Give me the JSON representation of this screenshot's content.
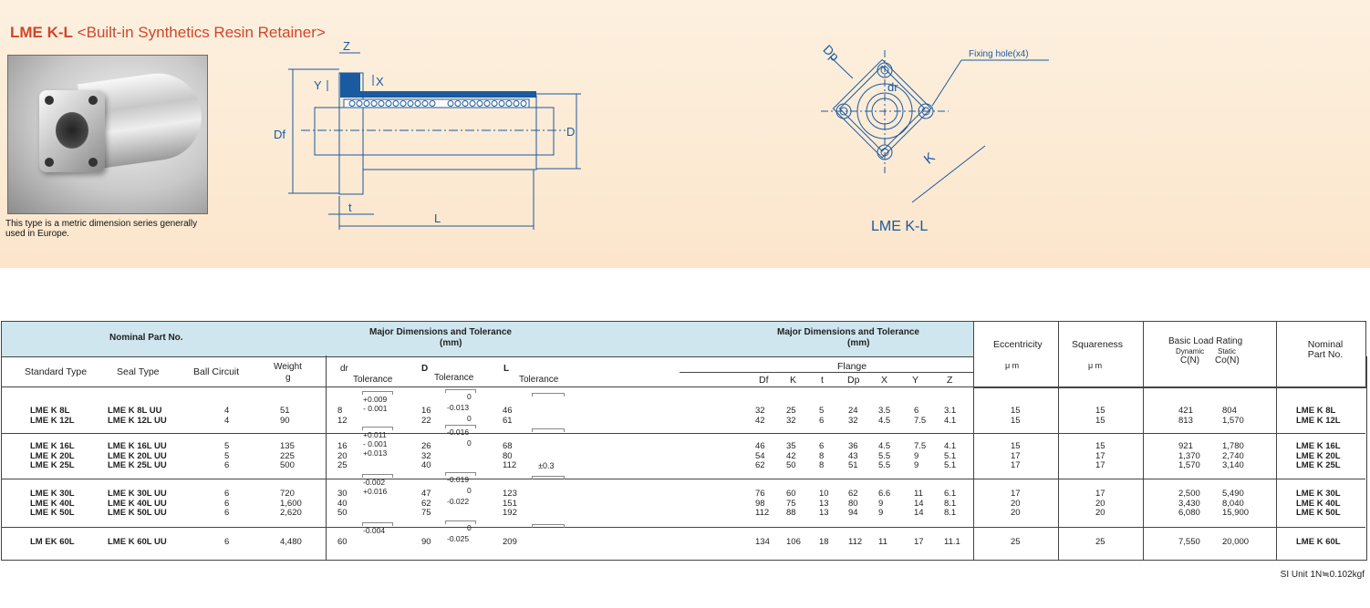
{
  "header": {
    "title_part": "LME K-L",
    "title_desc": "<Built-in Synthetics Resin Retainer>",
    "note": "This type is a metric dimension series generally used in Europe."
  },
  "drawing": {
    "side_labels": {
      "z": "Z",
      "y": "Y",
      "x": "X",
      "df": "Df",
      "d": "D",
      "t": "t",
      "l": "L"
    },
    "front_labels": {
      "dp": "Dp",
      "dr": "dr",
      "k": "K",
      "fixing": "Fixing hole(x4)"
    },
    "view_name": "LME K-L"
  },
  "table": {
    "head": {
      "nominal": "Nominal Part No.",
      "major1": "Major Dimensions and Tolerance",
      "mm1": "(mm)",
      "major2": "Major Dimensions and Tolerance",
      "mm2": "(mm)",
      "eccentricity": "Eccentricity",
      "ecc_unit": "μ m",
      "squareness": "Squareness",
      "sq_unit": "μ m",
      "load": "Basic Load Rating",
      "dynamic": "Dynamic",
      "static": "Static",
      "cn": "C(N)",
      "con": "Co(N)",
      "nominal_right": "Nominal Part No.",
      "standard": "Standard Type",
      "seal": "Seal Type",
      "ball": "Ball Circuit",
      "weight": "Weight",
      "g": "g",
      "dr": "dr",
      "tolerance": "Tolerance",
      "D": "D",
      "L": "L",
      "flange": "Flange",
      "Df": "Df",
      "K": "K",
      "t": "t",
      "Dp": "Dp",
      "X": "X",
      "Y": "Y",
      "Z": "Z"
    },
    "groups": [
      {
        "rows": [
          {
            "std": "LME K  8L",
            "seal": "LME K  8L UU",
            "ball": "4",
            "weight": "51",
            "dr": "8",
            "D": "16",
            "L": "46",
            "Df": "32",
            "K": "25",
            "t": "5",
            "Dp": "24",
            "X": "3.5",
            "Y": "6",
            "Z": "3.1",
            "ecc": "15",
            "sq": "15",
            "c": "421",
            "co": "804",
            "nom": "LME K  8L"
          },
          {
            "std": "LME K  12L",
            "seal": "LME K  12L UU",
            "ball": "4",
            "weight": "90",
            "dr": "12",
            "D": "22",
            "L": "61",
            "Df": "42",
            "K": "32",
            "t": "6",
            "Dp": "32",
            "X": "4.5",
            "Y": "7.5",
            "Z": "4.1",
            "ecc": "15",
            "sq": "15",
            "c": "813",
            "co": "1,570",
            "nom": "LME K  12L"
          }
        ],
        "dr_tol": [
          "+0.009",
          "- 0.001"
        ],
        "D_tol": [
          "0",
          "-0.013",
          "0"
        ]
      },
      {
        "rows": [
          {
            "std": "LME K  16L",
            "seal": "LME K  16L UU",
            "ball": "5",
            "weight": "135",
            "dr": "16",
            "D": "26",
            "L": "68",
            "Df": "46",
            "K": "35",
            "t": "6",
            "Dp": "36",
            "X": "4.5",
            "Y": "7.5",
            "Z": "4.1",
            "ecc": "15",
            "sq": "15",
            "c": "921",
            "co": "1,780",
            "nom": "LME K  16L"
          },
          {
            "std": "LME K  20L",
            "seal": "LME K  20L UU",
            "ball": "5",
            "weight": "225",
            "dr": "20",
            "D": "32",
            "L": "80",
            "Df": "54",
            "K": "42",
            "t": "8",
            "Dp": "43",
            "X": "5.5",
            "Y": "9",
            "Z": "5.1",
            "ecc": "17",
            "sq": "17",
            "c": "1,370",
            "co": "2,740",
            "nom": "LME K  20L"
          },
          {
            "std": "LME K  25L",
            "seal": "LME K  25L UU",
            "ball": "6",
            "weight": "500",
            "dr": "25",
            "D": "40",
            "L": "112",
            "Df": "62",
            "K": "50",
            "t": "8",
            "Dp": "51",
            "X": "5.5",
            "Y": "9",
            "Z": "5.1",
            "ecc": "17",
            "sq": "17",
            "c": "1,570",
            "co": "3,140",
            "nom": "LME K  25L"
          }
        ],
        "dr_tol": [
          "+0.011",
          "- 0.001",
          "+0.013"
        ],
        "D_tol": [
          "-0.016",
          "0"
        ],
        "L_tol": "±0.3"
      },
      {
        "rows": [
          {
            "std": "LME K  30L",
            "seal": "LME K  30L UU",
            "ball": "6",
            "weight": "720",
            "dr": "30",
            "D": "47",
            "L": "123",
            "Df": "76",
            "K": "60",
            "t": "10",
            "Dp": "62",
            "X": "6.6",
            "Y": "11",
            "Z": "6.1",
            "ecc": "17",
            "sq": "17",
            "c": "2,500",
            "co": "5,490",
            "nom": "LME K  30L"
          },
          {
            "std": "LME K  40L",
            "seal": "LME K  40L UU",
            "ball": "6",
            "weight": "1,600",
            "dr": "40",
            "D": "62",
            "L": "151",
            "Df": "98",
            "K": "75",
            "t": "13",
            "Dp": "80",
            "X": "9",
            "Y": "14",
            "Z": "8.1",
            "ecc": "20",
            "sq": "20",
            "c": "3,430",
            "co": "8,040",
            "nom": "LME K  40L"
          },
          {
            "std": "LME K  50L",
            "seal": "LME K  50L UU",
            "ball": "6",
            "weight": "2,620",
            "dr": "50",
            "D": "75",
            "L": "192",
            "Df": "112",
            "K": "88",
            "t": "13",
            "Dp": "94",
            "X": "9",
            "Y": "14",
            "Z": "8.1",
            "ecc": "20",
            "sq": "20",
            "c": "6,080",
            "co": "15,900",
            "nom": "LME K  50L"
          }
        ],
        "dr_tol": [
          "-0.002",
          "+0.016"
        ],
        "D_tol": [
          "-0.019",
          "0",
          "-0.022"
        ]
      },
      {
        "rows": [
          {
            "std": "LM EK  60L",
            "seal": "LME K  60L UU",
            "ball": "6",
            "weight": "4,480",
            "dr": "60",
            "D": "90",
            "L": "209",
            "Df": "134",
            "K": "106",
            "t": "18",
            "Dp": "112",
            "X": "11",
            "Y": "17",
            "Z": "11.1",
            "ecc": "25",
            "sq": "25",
            "c": "7,550",
            "co": "20,000",
            "nom": "LME K  60L"
          }
        ],
        "dr_tol": [
          "-0.004"
        ],
        "D_tol": [
          "0",
          "-0.025"
        ]
      }
    ],
    "si_unit": "SI Unit 1N≒0.102kgf"
  },
  "colors": {
    "accent": "#d0462a",
    "blue": "#1a5aa0",
    "header_bg": "#cfe6ee",
    "banner": "#fbe6cc"
  }
}
